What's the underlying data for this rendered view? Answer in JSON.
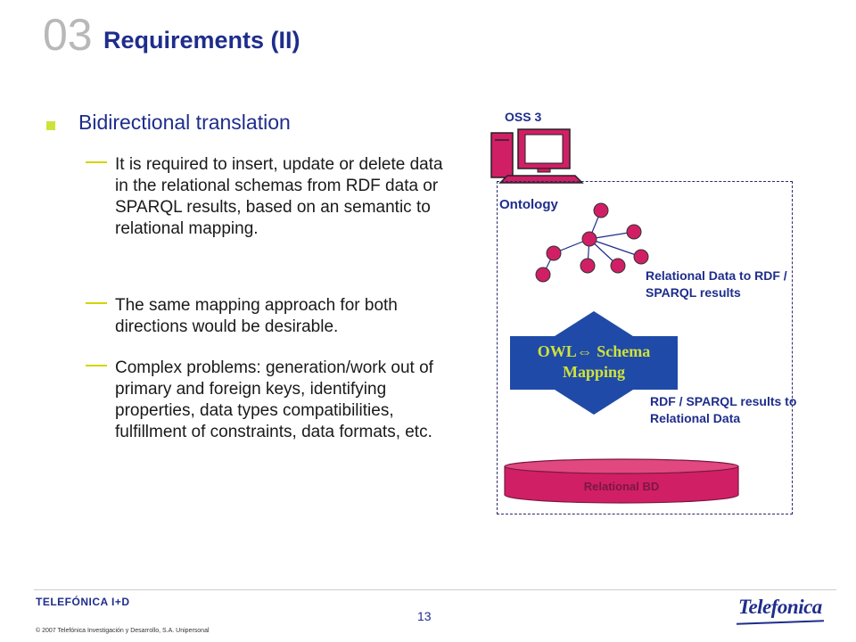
{
  "slide": {
    "section_number": "03",
    "title": "Requirements (II)",
    "main_bullet": "Bidirectional translation",
    "sub_bullets": [
      "It is required to insert, update or delete data in the relational schemas from RDF data or SPARQL results, based on an semantic to relational mapping.",
      "The same mapping approach for both directions would be desirable.",
      "Complex problems: generation/work out of primary and foreign keys, identifying properties, data types compatibilities, fulfillment of constraints, data formats, etc."
    ]
  },
  "diagram": {
    "oss_label": "OSS 3",
    "ontology_label": "Ontology",
    "relational_to_rdf_label": "Relational Data to RDF / SPARQL results",
    "rdf_to_relational_label": "RDF / SPARQL results to Relational Data",
    "mapping_line1": "OWL⇔ Schema",
    "mapping_line2": "Mapping",
    "relational_bd_label": "Relational BD"
  },
  "footer": {
    "company": "TELEFÓNICA I+D",
    "page_number": "13",
    "copyright": "© 2007 Telefónica Investigación y Desarrollo, S.A. Unipersonal",
    "brand": "Telefonica"
  },
  "colors": {
    "title_blue": "#1e2d8c",
    "accent_magenta": "#d11f66",
    "bullet_lime": "#cfe23a",
    "mapping_blue": "#1f4aa8"
  }
}
